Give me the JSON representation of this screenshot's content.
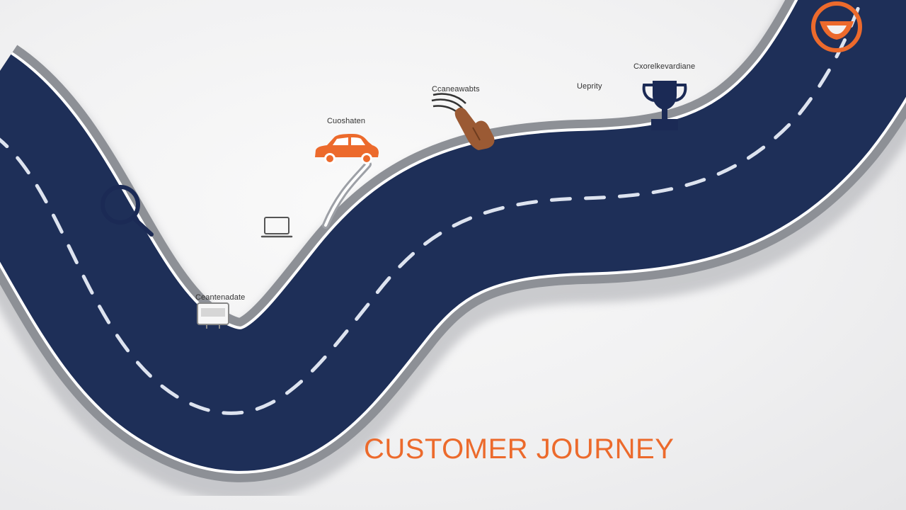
{
  "title": "CUSTOMER JOURNEY",
  "stages": [
    {
      "label": "Ceantenadate",
      "icon": "billboard-icon"
    },
    {
      "label": "",
      "icon": "search-icon"
    },
    {
      "label": "",
      "icon": "laptop-icon"
    },
    {
      "label": "Cuoshaten",
      "icon": "car-icon"
    },
    {
      "label": "Ccaneawabts",
      "icon": "hand-pointer-icon"
    },
    {
      "label": "Ueprity",
      "icon": ""
    },
    {
      "label": "Cxorelkevardiane",
      "icon": "trophy-icon"
    },
    {
      "label": "",
      "icon": "destination-icon"
    }
  ],
  "colors": {
    "road": "#1e2f58",
    "road_edge": "#8d9096",
    "lane_marking": "#dde3ef",
    "accent": "#ec6a2c",
    "ink": "#1b2a55",
    "brown": "#9b5a34"
  }
}
